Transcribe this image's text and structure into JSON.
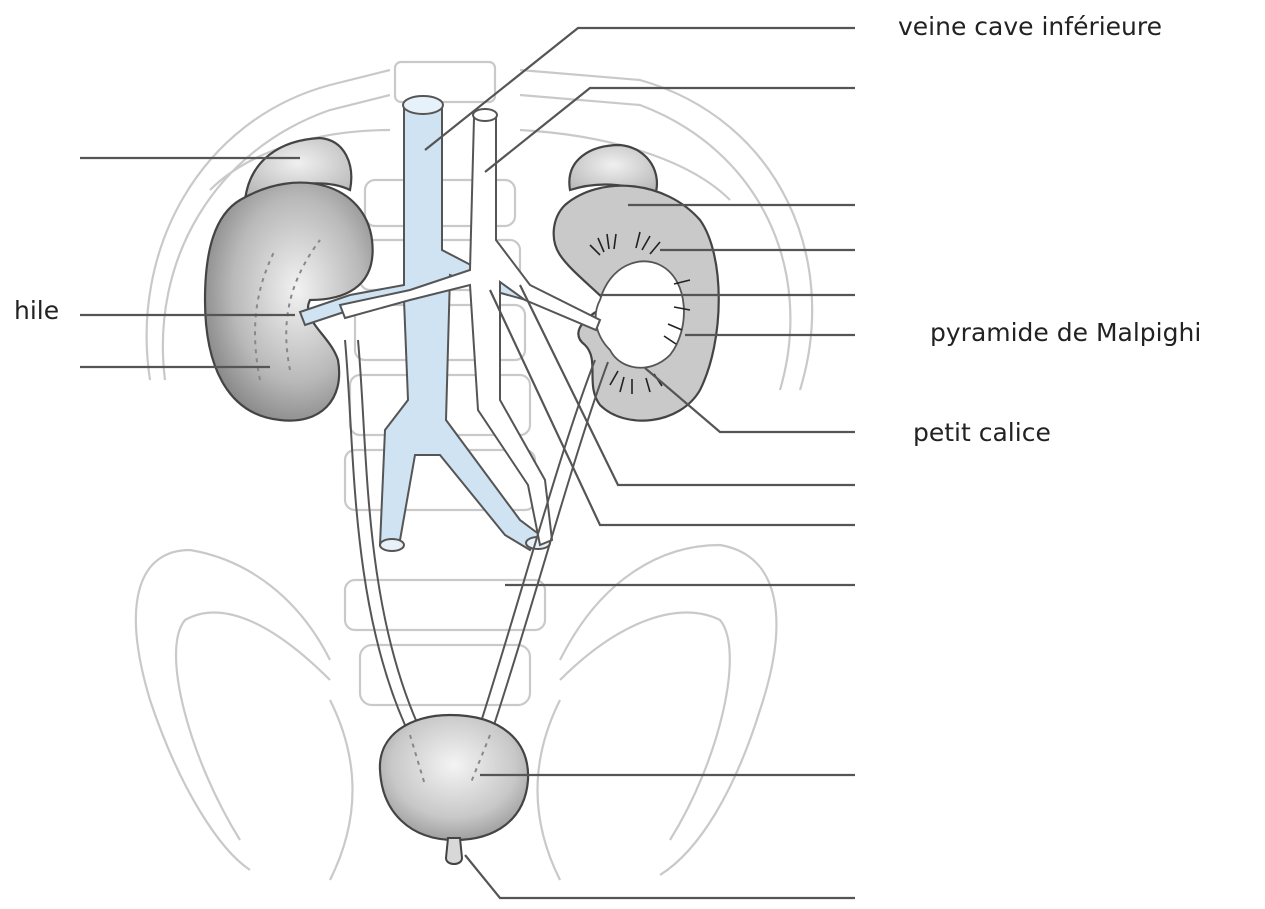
{
  "diagram": {
    "labels": {
      "veine_cave": "veine cave inférieure",
      "hile": "hile",
      "pyramide": "pyramide de Malpighi",
      "petit_calice": "petit calice"
    },
    "colors": {
      "vein_fill": "#cfe3f3",
      "kidney_dark": "#7a7a7a",
      "kidney_light": "#e6e6e6",
      "bone_line": "#c9c9c9",
      "leader_line": "#555555"
    }
  }
}
